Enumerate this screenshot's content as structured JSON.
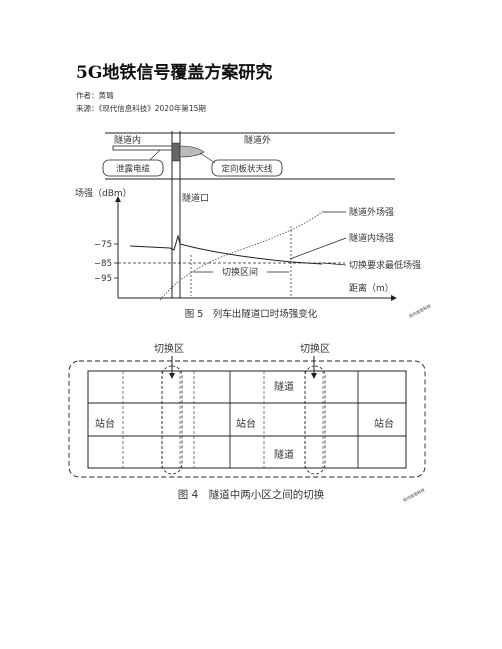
{
  "article": {
    "title": "5G地铁信号覆盖方案研究",
    "author_line": "作者：黄璐",
    "source_line": "来源：《现代信息科技》2020年第15期"
  },
  "fig5": {
    "label_inside": "隧道内",
    "label_outside": "隧道外",
    "cable_label": "泄露电缆",
    "antenna_label": "定向板状天线",
    "portal_label": "隧道口",
    "ylabel": "场强（dBm）",
    "xlabel": "距离（m）",
    "ticks": [
      "−75",
      "−85",
      "−95"
    ],
    "outside_curve_label": "隧道外场强",
    "inside_curve_label": "隧道内场强",
    "threshold_label": "切换要求最低场强",
    "switch_zone_label": "切换区间",
    "caption": "图 5　列车出隧道口时场强变化",
    "watermark": "现代信息科技"
  },
  "fig4": {
    "zone_left": "切换区",
    "zone_right": "切换区",
    "station_left": "站台",
    "station_mid": "站台",
    "station_right": "站台",
    "tunnel_top": "隧道",
    "tunnel_bottom": "隧道",
    "caption": "图 4　隧道中两小区之间的切换",
    "watermark": "现代信息科技"
  }
}
